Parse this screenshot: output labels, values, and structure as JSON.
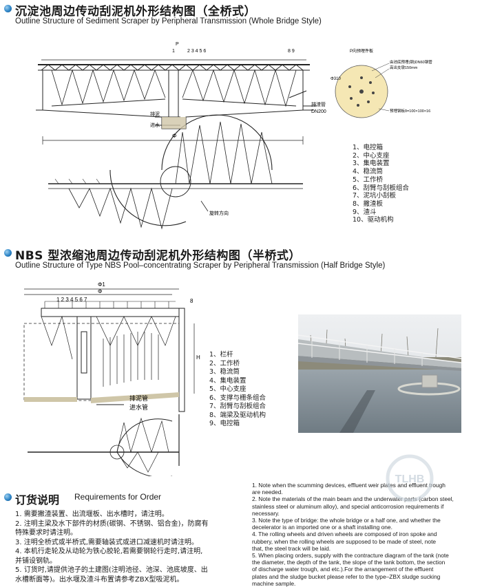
{
  "section1": {
    "title_cn": "沉淀池周边传动刮泥机外形结构图（全桥式）",
    "title_en": "Outline Structure of Sediment Scraper by Peripheral Transmission (Whole Bridge Style)",
    "legend": [
      "1、电控箱",
      "2、中心支座",
      "3、集电装置",
      "4、稳流筒",
      "5、工作桥",
      "6、刮臂与刮板组合",
      "7、泥坑小刮板",
      "8、撇渣板",
      "9、渣斗",
      "10、驱动机构"
    ],
    "drawing_labels": {
      "discharge": "排泥",
      "inflow": "进水",
      "drain_pipe": "排渣管",
      "dn": "DN200",
      "phi": "Φ",
      "rotation": "旋转方向",
      "numbers": "2 3 4 5 6",
      "num_right": "8 9",
      "p": "P",
      "num1": "1"
    },
    "detail_labels": {
      "title": "P向预埋件板",
      "note1": "由池底预埋(钢)DN60钢管",
      "note2": "高出支墩150mm",
      "note3": "预埋钢板δ=100×100×16",
      "dim": "Φ310"
    }
  },
  "section2": {
    "title_cn": "NBS 型浓缩池周边传动刮泥机外形结构图（半桥式）",
    "title_en": "Outline Structure of Type NBS Pool–concentrating Scraper by Peripheral Transmission (Half Bridge Style)",
    "legend": [
      "1、栏杆",
      "2、工作桥",
      "3、稳流筒",
      "4、集电装置",
      "5、中心支座",
      "6、支撑与栅条组合",
      "7、刮臂与刮板组合",
      "8、端梁及驱动机构",
      "9、电控箱"
    ],
    "drawing_labels": {
      "phi1": "Φ1",
      "phi": "Φ",
      "discharge_pipe": "排泥管",
      "inflow_pipe": "进水管",
      "h": "H",
      "nums": "1  2   3 4 5        6         7",
      "num8": "8"
    }
  },
  "requirements": {
    "title_cn": "订货说明",
    "title_en": "Requirements for Order",
    "notes_cn": [
      "1. 需要撇渣装置、出流堰板、出水槽时，请注明。",
      "2. 注明主梁及水下部件的材质(碳钢、不锈钢、铝合金)，防腐有",
      "    特殊要求时请注明。",
      "3. 注明全桥式或半桥式,需要轴装式或进口减速机时请注明。",
      "4. 本机行走轮及从动轮为铁心胶轮,若需要钢轮行走时,请注明,",
      "    并铺设钢轨。",
      "5. 订货时,请提供池子的土建图(注明池径、池深、池底坡度、出",
      "    水槽断面等)。出水堰及渣斗布置请参考ZBX型吸泥机。"
    ],
    "notes_en": [
      "1. Note when the scumming devices, effluent weir plates and effluent trough",
      "    are needed.",
      "2. Note the materials of the main beam and the underwater parts (carbon steel,",
      "    stainless steel or aluminum alloy), and special anticorrosion requirements if",
      "    necessary.",
      "3. Note the type of bridge: the whole bridge or a half one, and whether the",
      "    decelerator is an imported one or a shaft installing one.",
      "4. The rolling wheels and driven wheels are composed of iron spoke and",
      "    rubbery, when the rolling wheels are supposed to be made of steel, note",
      "    that, the steel track will be laid.",
      "5. When placing orders, supply with the contracture diagram of the tank (note",
      "    the diameter, the depth of the tank, the slope of the tank bottom, the section",
      "    of discharge water trough, and etc.).For the arrangement of the effluent",
      "    plates and the sludge bucket please refer to the type–ZBX sludge sucking",
      "    machine sample."
    ]
  },
  "watermark": "TLHB",
  "colors": {
    "accent": "#2f86c8",
    "line": "#222222",
    "water": "#cfd6dc"
  }
}
